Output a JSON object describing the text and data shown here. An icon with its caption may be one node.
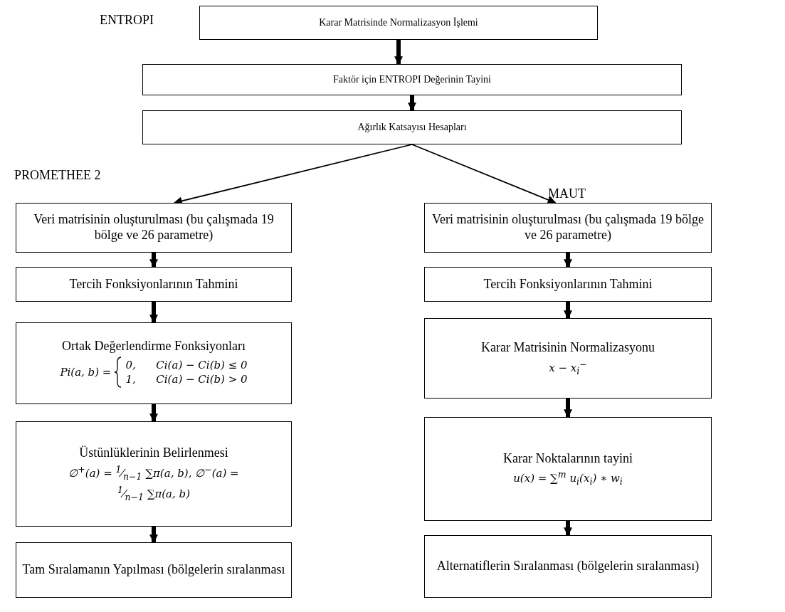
{
  "diagram": {
    "nodes": [
      {
        "text": [
          "Karar Matrisinde Normalizasyon İşlemi"
        ]
      },
      {
        "text": [
          "Faktör için ENTROPI Değerinin Tayini"
        ]
      },
      {
        "text": [
          "Ağırlık Katsayısı Hesapları"
        ]
      },
      {
        "text": [
          "Veri matrisinin oluşturulması (bu çalışmada 19 bölge ve 26 parametre)"
        ]
      },
      {
        "text": [
          "Tercih Fonksiyonlarının Tahmini"
        ]
      },
      {
        "text": [
          "Ortak Değerlendirme Fonksiyonları",
          "Pi(a, b) =",
          "0,      Ci(a) − Ci(b) ≤ 0",
          "1,      Ci(a) − Ci(b) > 0"
        ]
      },
      {
        "text": [
          "Üstünlüklerinin Belirlenmesi",
          "∅$^{+}$(a) = $^{1}$⁄$_{n−1}$ ∑π(a, b), ∅$^{−}$(a) =",
          "$^{1}$⁄$_{n−1}$ ∑π(a, b)"
        ]
      },
      {
        "text": [
          "Tam Sıralamanın Yapılması (bölgelerin sıralanması"
        ]
      },
      {
        "text": [
          "Veri matrisinin oluşturulması (bu çalışmada 19 bölge ve 26 parametre)"
        ]
      },
      {
        "text": [
          "Tercih Fonksiyonlarının Tahmini"
        ]
      },
      {
        "text": [
          "Karar Matrisinin Normalizasyonu",
          "x − x$_{i}$$^{−}$"
        ]
      },
      {
        "text": [
          "Karar Noktalarının tayini",
          "u(x) = ∑$^{m}$ u$_{i}$(x$_{i}$) ∗ w$_{i}$"
        ]
      },
      {
        "text": [
          "Alternatiflerin Sıralanması (bölgelerin sıralanması)"
        ]
      }
    ],
    "edges": [
      {
        "from": 0,
        "to": 1,
        "arrow": "to"
      },
      {
        "from": 1,
        "to": 2,
        "arrow": "to"
      },
      {
        "from": 2,
        "to": 3,
        "arrow": "to"
      },
      {
        "from": 2,
        "to": 8,
        "arrow": "to"
      },
      {
        "from": 3,
        "to": 4,
        "arrow": "to"
      },
      {
        "from": 4,
        "to": 5,
        "arrow": "to"
      },
      {
        "from": 5,
        "to": 6,
        "arrow": "to"
      },
      {
        "from": 6,
        "to": 7,
        "arrow": "to"
      },
      {
        "from": 8,
        "to": 9,
        "arrow": "to"
      },
      {
        "from": 9,
        "to": 10,
        "arrow": "to"
      },
      {
        "from": 10,
        "to": 11,
        "arrow": "to"
      },
      {
        "from": 11,
        "to": 12,
        "arrow": "to"
      }
    ],
    "labels": [
      "ENTROPI",
      "PROMETHEE 2",
      "MAUT"
    ]
  }
}
